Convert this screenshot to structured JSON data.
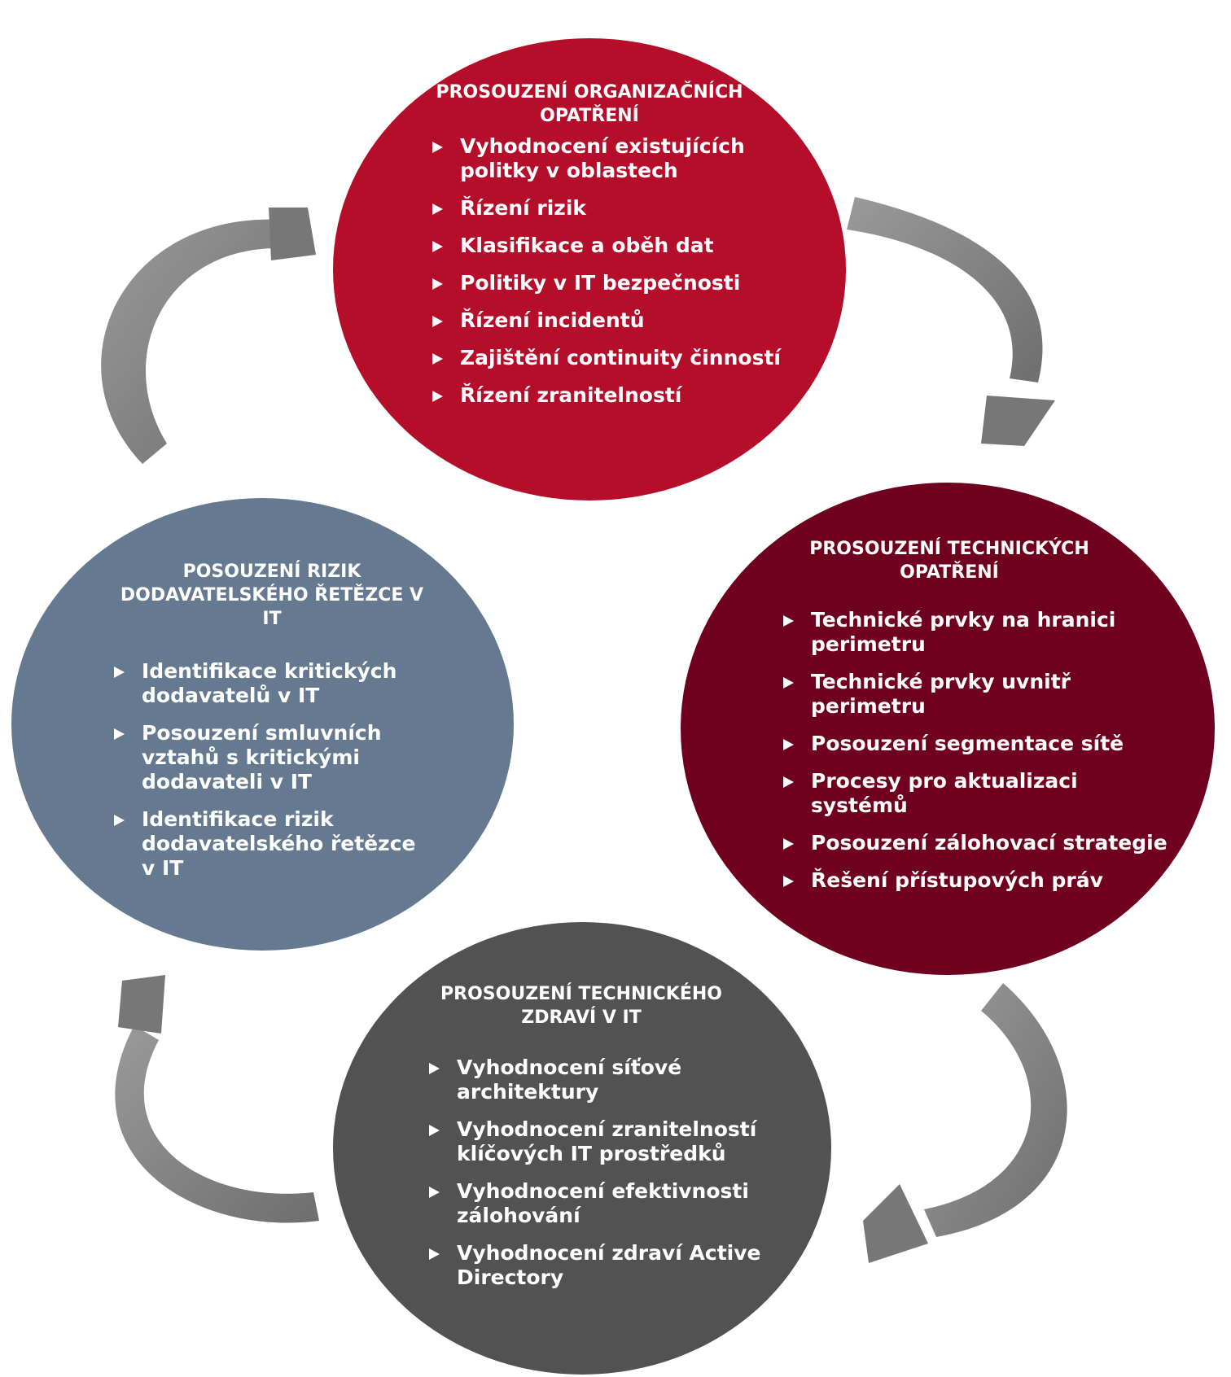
{
  "circles": {
    "organizational": {
      "title": "PROSOUZENÍ ORGANIZAČNÍCH OPATŘENÍ",
      "color": "#b50e2a",
      "items": [
        "Vyhodnocení existujících politky v oblastech",
        "Řízení rizik",
        "Klasifikace a oběh dat",
        "Politiky v IT bezpečnosti",
        "Řízení incidentů",
        "Zajištění continuity činností",
        "Řízení zranitelností"
      ]
    },
    "technical": {
      "title": "PROSOUZENÍ TECHNICKÝCH OPATŘENÍ",
      "color": "#6f0020",
      "items": [
        "Technické prvky na hranici perimetru",
        "Technické prvky uvnitř perimetru",
        "Posouzení segmentace sítě",
        "Procesy pro aktualizaci systémů",
        "Posouzení zálohovací strategie",
        "Řešení přístupových práv"
      ]
    },
    "supply_chain": {
      "title": "POSOUZENÍ RIZIK DODAVATELSKÉHO ŘETĚZCE V IT",
      "color": "#657a90",
      "items": [
        "Identifikace kritických dodavatelů v IT",
        "Posouzení smluvních vztahů s kritickými dodavateli v IT",
        "Identifikace rizik dodavatelského řetězce v IT"
      ]
    },
    "health": {
      "title": "PROSOUZENÍ TECHNICKÉHO ZDRAVÍ V IT",
      "color": "#525252",
      "items": [
        "Vyhodnocení síťové architektury",
        "Vyhodnocení zranitelností klíčových IT prostředků",
        "Vyhodnocení efektivnosti zálohování",
        "Vyhodnocení zdraví Active Directory"
      ]
    }
  },
  "arrow_color": "#8a8a8a",
  "bullet_icon": "triangle-right-icon"
}
